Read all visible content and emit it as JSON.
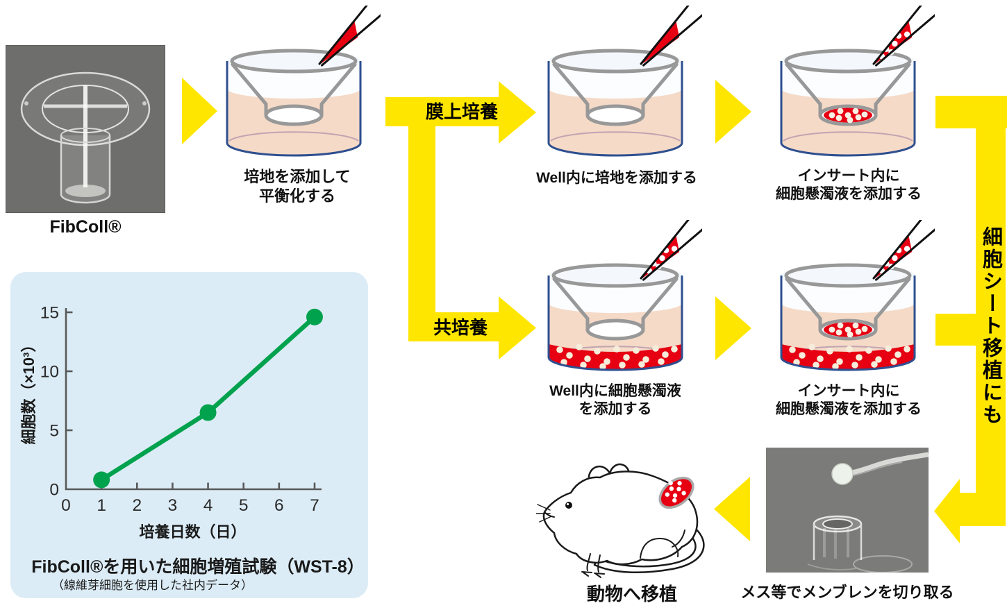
{
  "product_photo": {
    "label": "FibColl®"
  },
  "flow": {
    "branch_top_label": "膜上培養",
    "branch_bottom_label": "共培養",
    "side_note_vertical": "細胞シート移植にも",
    "captions": {
      "equilibrate_line1": "培地を添加して",
      "equilibrate_line2": "平衡化する",
      "add_medium_well": "Well内に培地を添加する",
      "add_cells_insert_line1": "インサート内に",
      "add_cells_insert_line2": "細胞懸濁液を添加する",
      "add_cells_well_line1": "Well内に細胞懸濁液",
      "add_cells_well_line2": "を添加する",
      "cut_membrane": "メス等でメンブレンを切り取る",
      "transplant_animal": "動物へ移植"
    }
  },
  "chart_data": {
    "type": "line",
    "title": "FibColl®を用いた細胞増殖試験（WST-8）",
    "subtitle": "（線維芽細胞を使用した社内データ）",
    "xlabel": "培養日数（日）",
    "ylabel": "細胞数（×10³）",
    "x": [
      1,
      4,
      7
    ],
    "values": [
      0.8,
      6.5,
      14.6
    ],
    "xticks": [
      0,
      1,
      2,
      3,
      4,
      5,
      6,
      7
    ],
    "yticks": [
      0,
      5,
      10,
      15
    ],
    "xlim": [
      0,
      7
    ],
    "ylim": [
      0,
      15
    ],
    "grid": false,
    "legend_position": "none",
    "line_color": "#00a24e"
  },
  "colors": {
    "arrow_yellow": "#ffe600",
    "cell_red": "#e60012",
    "medium_pink": "#f5dac7",
    "well_outline_blue": "#2e4f8f",
    "insert_gray": "#989898",
    "chart_panel_blue": "#dcecf6",
    "chart_line_green": "#00a24e",
    "axis_gray": "#595959",
    "photo_bg_dark": "#6e6e6c",
    "photo_bg_light": "#7b7b79"
  }
}
